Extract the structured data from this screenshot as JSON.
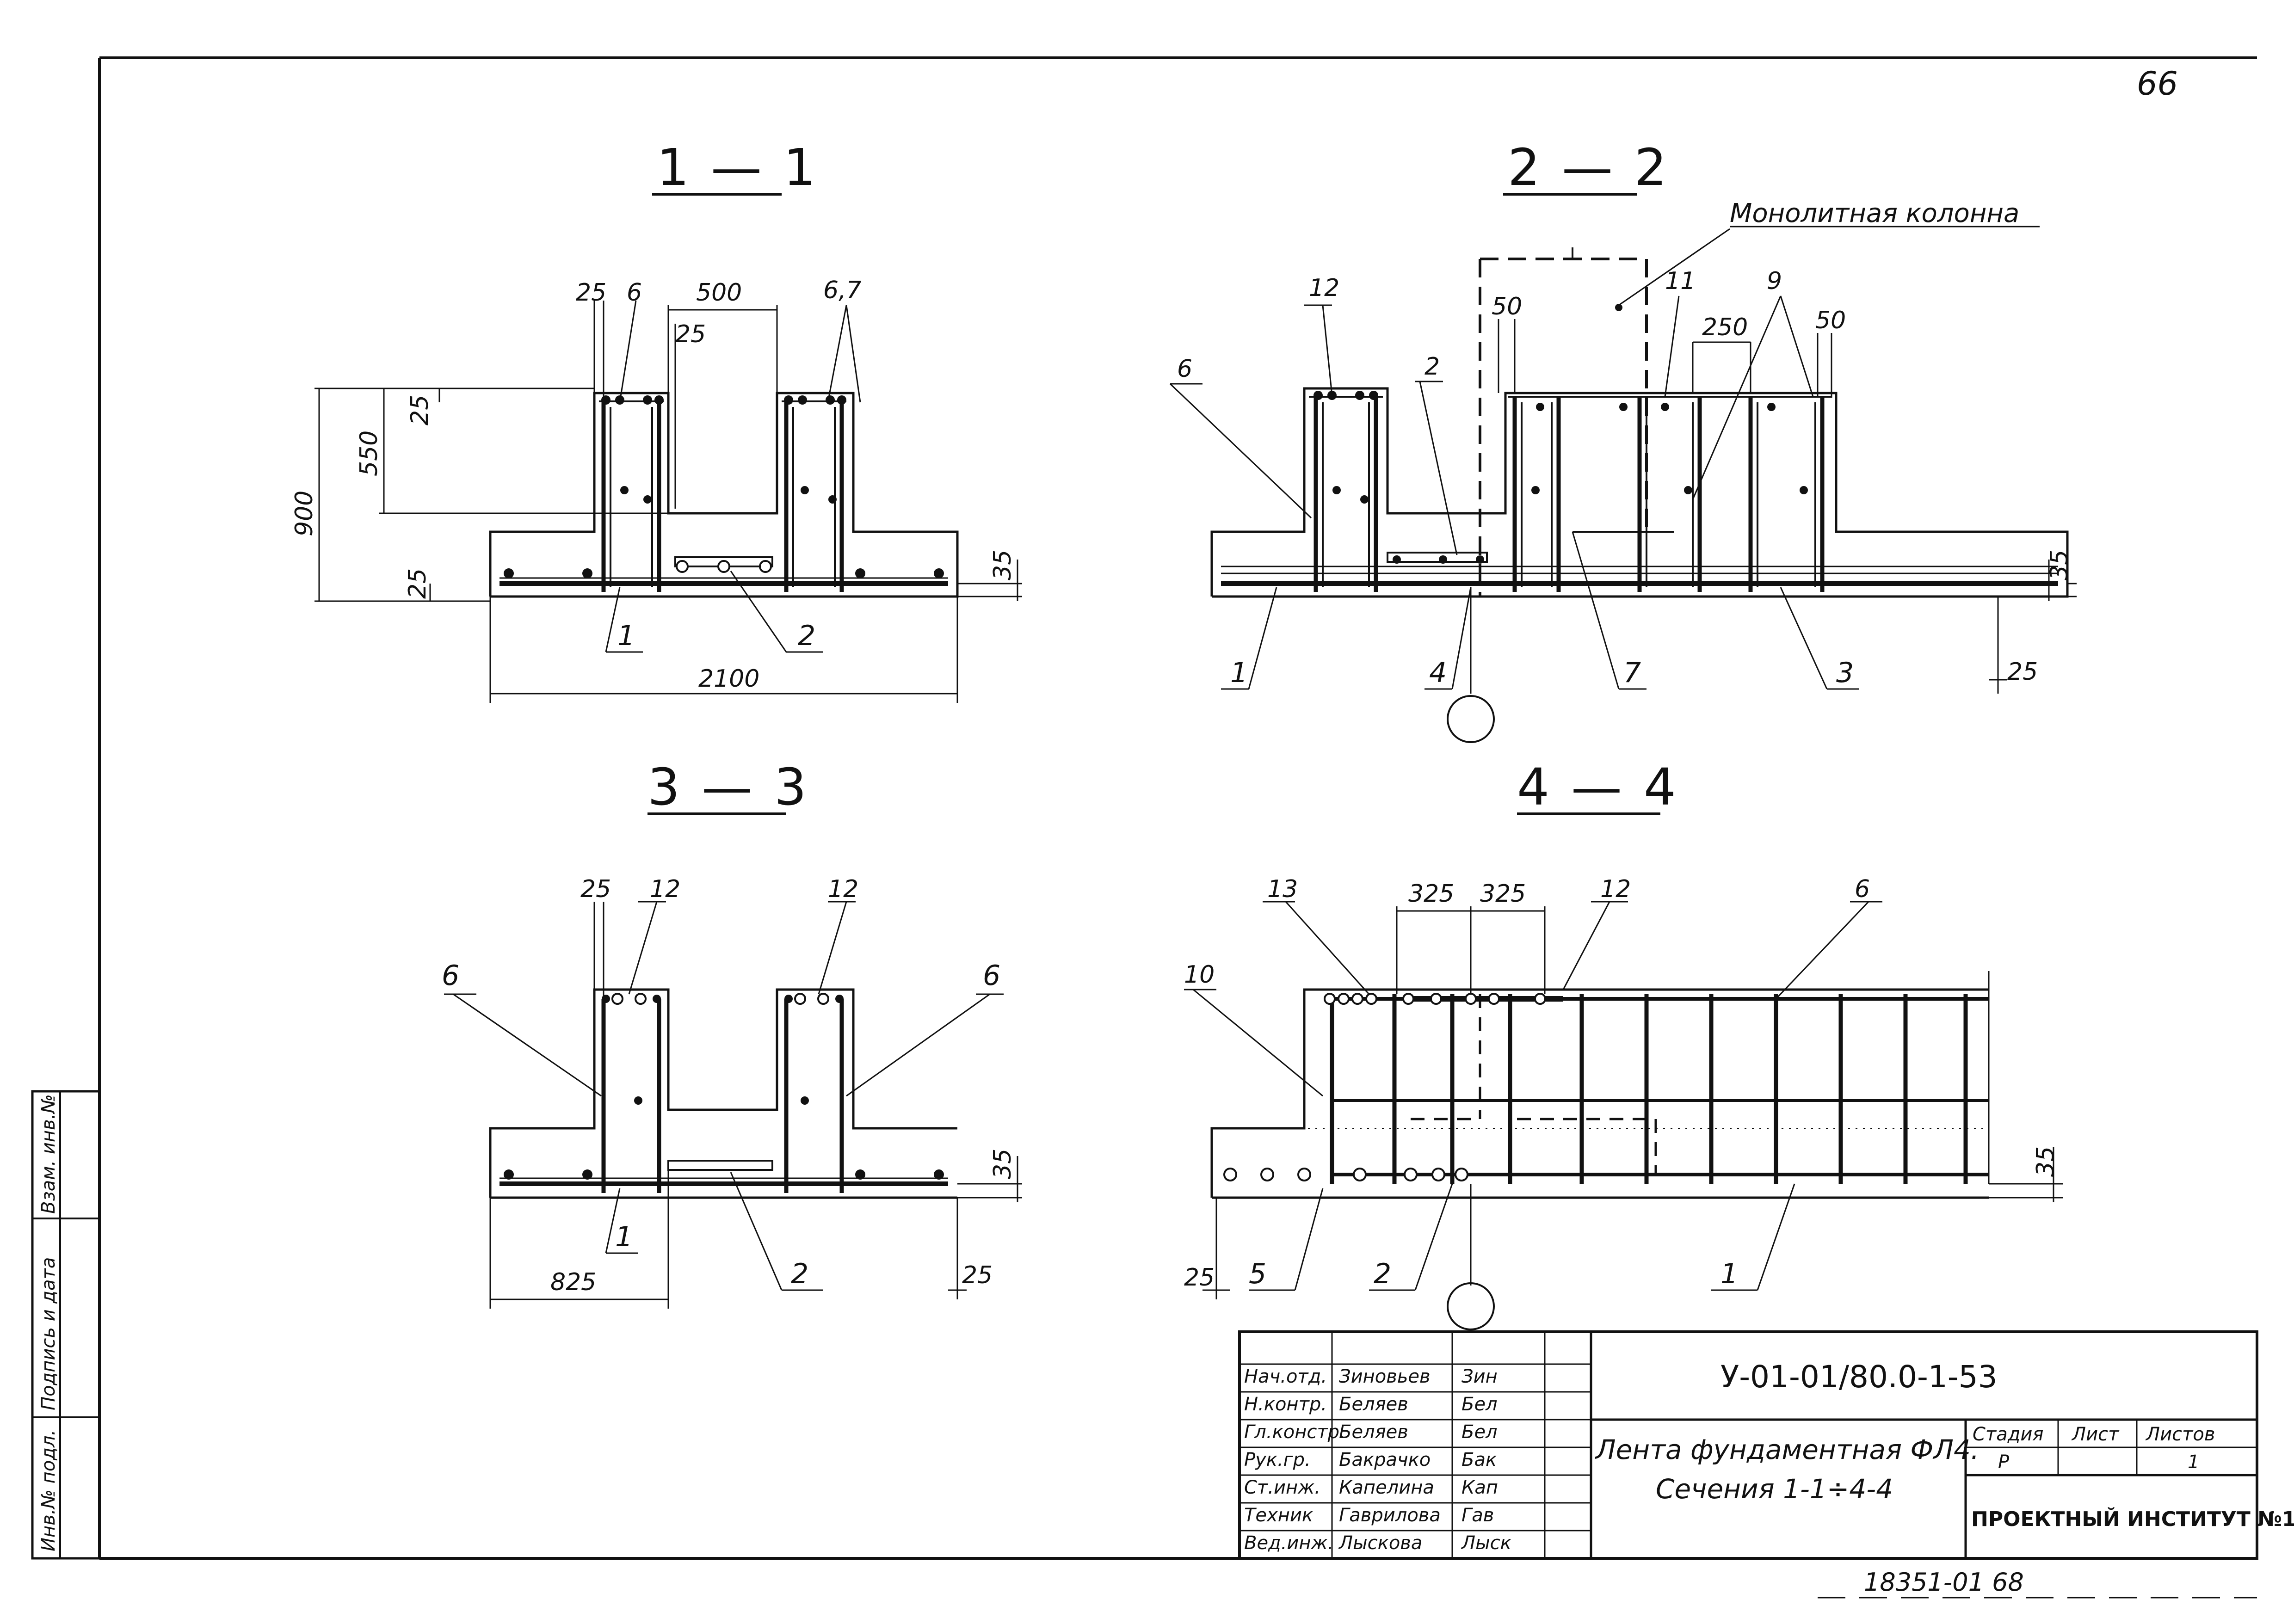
{
  "sheet_mark": "66",
  "bottom_number": "18351-01  68",
  "column_label": "Монолитная колонна",
  "sections": [
    {
      "title": "1 — 1"
    },
    {
      "title": "2 — 2"
    },
    {
      "title": "3 — 3"
    },
    {
      "title": "4 — 4"
    }
  ],
  "dims": {
    "s1": {
      "d25a": "25",
      "d6": "6",
      "d500": "500",
      "d67": "6,7",
      "d25b": "25",
      "d25c": "25",
      "d550": "550",
      "d900": "900",
      "d25d": "25",
      "d35": "35",
      "d2100": "2100",
      "m1": "1",
      "m2": "2"
    },
    "s2": {
      "d12": "12",
      "d6": "6",
      "d2": "2",
      "d50a": "50",
      "d11": "11",
      "d9": "9",
      "d250": "250",
      "d50b": "50",
      "d35": "35",
      "d25": "25",
      "m1": "1",
      "m4": "4",
      "m7": "7",
      "m3": "3"
    },
    "s3": {
      "d25": "25",
      "d12a": "12",
      "d12b": "12",
      "d6a": "6",
      "d6b": "6",
      "d35": "35",
      "d825": "825",
      "m1": "1",
      "m2": "2",
      "d25b": "25"
    },
    "s4": {
      "d13": "13",
      "d325a": "325",
      "d325b": "325",
      "d12": "12",
      "d6": "6",
      "d10": "10",
      "d35": "35",
      "d25": "25",
      "m5": "5",
      "m2": "2",
      "m1": "1"
    }
  },
  "side_stamp": [
    "Инв.№ подл.",
    "Подпись и дата",
    "Взам. инв.№"
  ],
  "title_block": {
    "code": "У-01-01/80.0-1-53",
    "name_line1": "Лента фундаментная ФЛ4.",
    "name_line2": "Сечения 1-1÷4-4",
    "stage_label": "Стадия",
    "sheet_label": "Лист",
    "sheets_label": "Листов",
    "stage_value": "Р",
    "sheet_value": "",
    "sheets_value": "1",
    "organization": "ПРОЕКТНЫЙ ИНСТИТУТ №1",
    "signers": [
      {
        "role": "Нач.отд.",
        "name": "Зиновьев",
        "sign": "Зин"
      },
      {
        "role": "Н.контр.",
        "name": "Беляев",
        "sign": "Бел"
      },
      {
        "role": "Гл.констр.",
        "name": "Беляев",
        "sign": "Бел"
      },
      {
        "role": "Рук.гр.",
        "name": "Бакрачко",
        "sign": "Бак"
      },
      {
        "role": "Ст.инж.",
        "name": "Капелина",
        "sign": "Кап"
      },
      {
        "role": "Техник",
        "name": "Гаврилова",
        "sign": "Гав"
      },
      {
        "role": "Вед.инж.",
        "name": "Лыскова",
        "sign": "Лыск"
      }
    ]
  }
}
